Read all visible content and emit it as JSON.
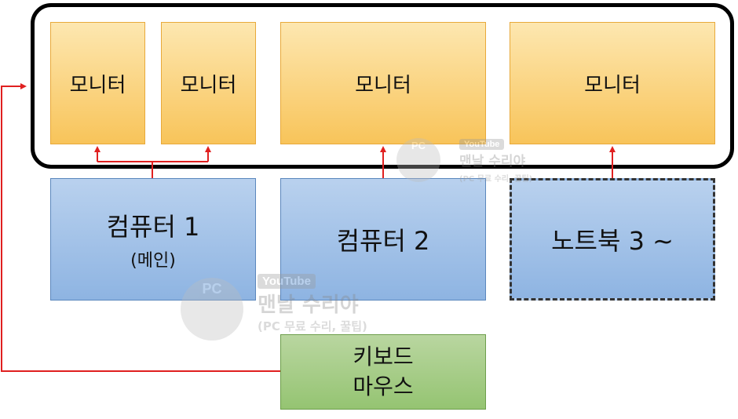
{
  "monitors": [
    {
      "label": "모니터"
    },
    {
      "label": "모니터"
    },
    {
      "label": "모니터"
    },
    {
      "label": "모니터"
    }
  ],
  "computers": [
    {
      "label": "컴퓨터 1",
      "sub": "(메인)"
    },
    {
      "label": "컴퓨터 2"
    },
    {
      "label": "노트북 3 ~"
    }
  ],
  "input": {
    "line1": "키보드",
    "line2": "마우스"
  },
  "watermark": {
    "badge": "YouTube",
    "title": "맨날 수리야",
    "sub": "(PC 무료 수리, 꿀팁)",
    "logo": "PC"
  },
  "colors": {
    "connector": "#e02020",
    "monitor_fill": "#f8c45a",
    "computer_fill": "#8eb4e2",
    "input_fill": "#95c472"
  }
}
